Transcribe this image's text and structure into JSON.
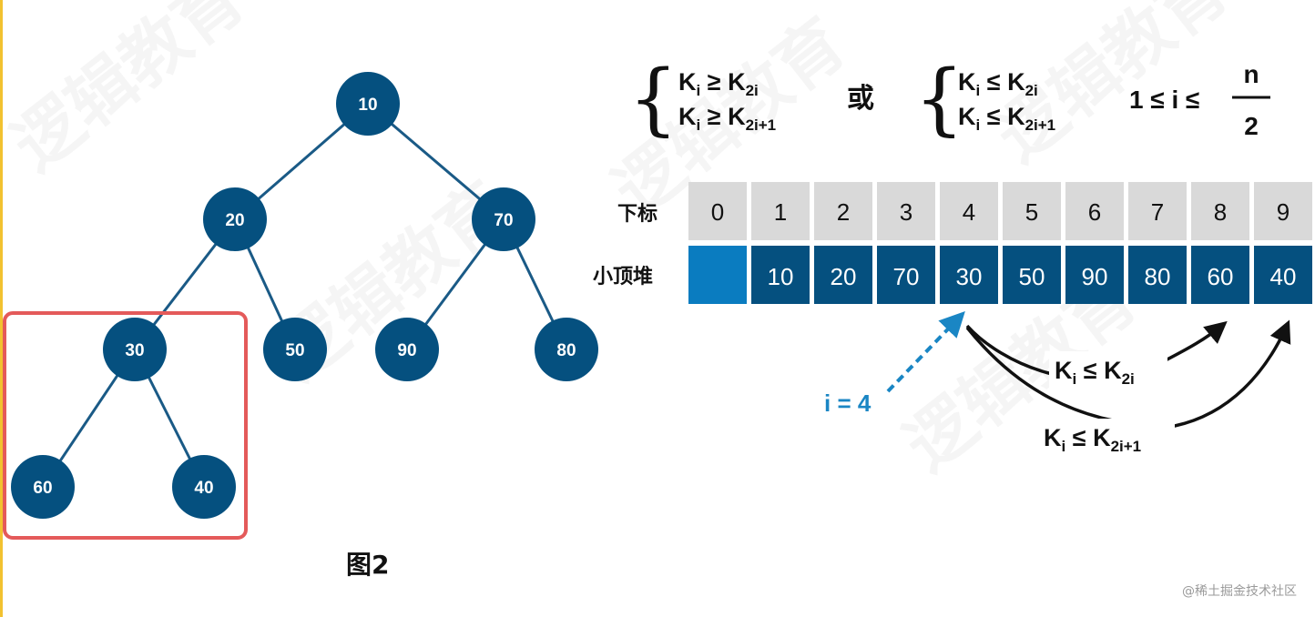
{
  "colors": {
    "node_fill": "#05507f",
    "edge": "#1a5a86",
    "highlight_box": "#e45a5a",
    "index_cell": "#d9d9d9",
    "value_cell": "#05507f",
    "empty_cell": "#0a7cc0",
    "i_label": "#1a86c4",
    "left_border": "#f2c230"
  },
  "tree": {
    "nodes": [
      {
        "id": "n10",
        "label": "10"
      },
      {
        "id": "n20",
        "label": "20"
      },
      {
        "id": "n70",
        "label": "70"
      },
      {
        "id": "n30",
        "label": "30"
      },
      {
        "id": "n50",
        "label": "50"
      },
      {
        "id": "n90",
        "label": "90"
      },
      {
        "id": "n80",
        "label": "80"
      },
      {
        "id": "n60",
        "label": "60"
      },
      {
        "id": "n40",
        "label": "40"
      }
    ],
    "edges": [
      [
        "n10",
        "n20"
      ],
      [
        "n10",
        "n70"
      ],
      [
        "n20",
        "n30"
      ],
      [
        "n20",
        "n50"
      ],
      [
        "n70",
        "n90"
      ],
      [
        "n70",
        "n80"
      ],
      [
        "n30",
        "n60"
      ],
      [
        "n30",
        "n40"
      ]
    ]
  },
  "caption": "图2",
  "formula": {
    "left": {
      "line1": {
        "K": "K",
        "i": "i",
        "op": " ≥ ",
        "K2": "K",
        "sub": "2i"
      },
      "line2": {
        "K": "K",
        "i": "i",
        "op": " ≥ ",
        "K2": "K",
        "sub": "2i+1"
      }
    },
    "or_word": "或",
    "right": {
      "line1": {
        "K": "K",
        "i": "i",
        "op": " ≤ ",
        "K2": "K",
        "sub": "2i"
      },
      "line2": {
        "K": "K",
        "i": "i",
        "op": " ≤ ",
        "K2": "K",
        "sub": "2i+1"
      }
    },
    "range_text": "1 ≤ i ≤",
    "numerator": "n",
    "denominator": "2"
  },
  "array": {
    "index_label": "下标",
    "value_label": "小顶堆",
    "indices": [
      "0",
      "1",
      "2",
      "3",
      "4",
      "5",
      "6",
      "7",
      "8",
      "9"
    ],
    "values": [
      "",
      "10",
      "20",
      "70",
      "30",
      "50",
      "90",
      "80",
      "60",
      "40"
    ]
  },
  "annotations": {
    "i_label": "i = 4",
    "arrow1": {
      "K": "K",
      "i": "i",
      "op": " ≤ ",
      "K2": "K",
      "sub": "2i"
    },
    "arrow2": {
      "K": "K",
      "i": "i",
      "op": " ≤ ",
      "K2": "K",
      "sub": "2i+1"
    }
  },
  "watermark": "@稀土掘金技术社区",
  "background_watermark": "逻辑教育"
}
